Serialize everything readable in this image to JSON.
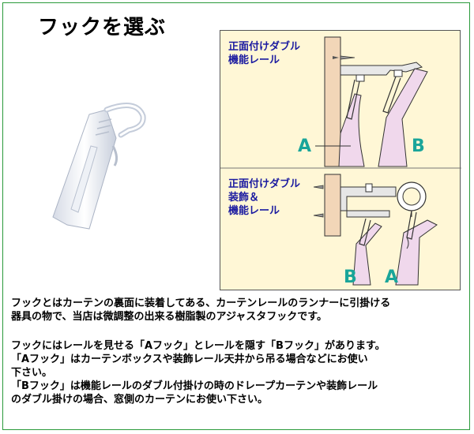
{
  "title": "フックを選ぶ",
  "diagram": {
    "top_label_line1": "正面付けダブル",
    "top_label_line2": "機能レール",
    "bottom_label_line1": "正面付けダブル",
    "bottom_label_line2": "装飾＆",
    "bottom_label_line3": "機能レール",
    "top_a": "A",
    "top_b": "B",
    "bottom_b": "B",
    "bottom_a": "A"
  },
  "description": {
    "p1_line1": "フックとはカーテンの裏面に装着してある、カーテンレールのランナーに引掛ける",
    "p1_line2": "器具の物で、当店は微調整の出来る樹脂製のアジャスタフックです。",
    "p2_line1": "フックにはレールを見せる「Aフック」とレールを隠す「Bフック」があります。",
    "p2_line2": "「Aフック」はカーテンボックスや装飾レール天井から吊る場合などにお使い",
    "p2_line3": "下さい。",
    "p2_line4": "「Bフック」は機能レールのダブル付掛けの時のドレープカーテンや装飾レール",
    "p2_line5": "のダブル掛けの場合、窓側のカーテンにお使い下さい。"
  },
  "colors": {
    "label_blue": "#1a1aa0",
    "ab_teal": "#1aa59a",
    "panel_bg": "#fff7d6",
    "wall": "#f2d6b8",
    "curtain": "#f0d8ec"
  }
}
